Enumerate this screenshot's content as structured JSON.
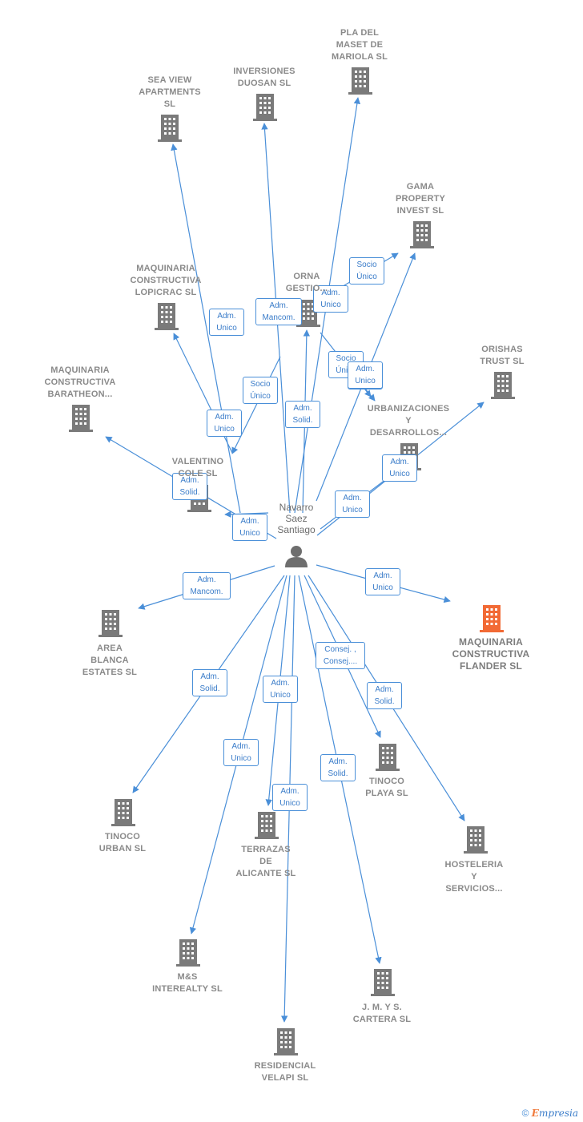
{
  "colors": {
    "edge": "#4a8fd8",
    "building": "#7a7a7a",
    "highlight": "#f26a35",
    "person": "#6e6e6e"
  },
  "person": {
    "name": "Navarro\nSaez\nSantiago",
    "icon": "person-icon"
  },
  "companies": [
    {
      "id": "sea-view",
      "name": "SEA VIEW\nAPARTMENTS\nSL"
    },
    {
      "id": "inversiones-duosan",
      "name": "INVERSIONES\nDUOSAN  SL"
    },
    {
      "id": "pla-del-maset",
      "name": "PLA DEL\nMASET DE\nMARIOLA SL"
    },
    {
      "id": "gama-property",
      "name": "GAMA\nPROPERTY\nINVEST  SL"
    },
    {
      "id": "maquinaria-lopicrac",
      "name": "MAQUINARIA\nCONSTRUCTIVA\nLOPICRAC  SL"
    },
    {
      "id": "orna-gestion",
      "name": "ORNA\nGESTIO..."
    },
    {
      "id": "orishas-trust",
      "name": "ORISHAS\nTRUST  SL"
    },
    {
      "id": "maquinaria-baratheon",
      "name": "MAQUINARIA\nCONSTRUCTIVA\nBARATHEON..."
    },
    {
      "id": "urbanizaciones",
      "name": "URBANIZACIONES\nY\nDESARROLLOS..."
    },
    {
      "id": "valentino",
      "name": "VALENTINO\nCOLE  SL"
    },
    {
      "id": "area-blanca",
      "name": "AREA\nBLANCA\nESTATES  SL"
    },
    {
      "id": "maquinaria-flander",
      "name": "MAQUINARIA\nCONSTRUCTIVA\nFLANDER  SL",
      "highlight": true
    },
    {
      "id": "tinoco-playa",
      "name": "TINOCO\nPLAYA  SL"
    },
    {
      "id": "tinoco-urban",
      "name": "TINOCO\nURBAN  SL"
    },
    {
      "id": "terrazas",
      "name": "TERRAZAS\nDE\nALICANTE  SL"
    },
    {
      "id": "hosteleria",
      "name": "HOSTELERIA\nY\nSERVICIOS..."
    },
    {
      "id": "ms-interealty",
      "name": "M&S\nINTEREALTY SL"
    },
    {
      "id": "jm-y-s",
      "name": "J. M. Y S.\nCARTERA SL"
    },
    {
      "id": "residencial-velapi",
      "name": "RESIDENCIAL\nVELAPI  SL"
    }
  ],
  "relations": [
    {
      "target": "sea-view",
      "label": "Adm.\nUnico"
    },
    {
      "target": "inversiones-duosan",
      "label": "Adm.\nMancom."
    },
    {
      "target": "pla-del-maset",
      "label": "Adm.\nUnico"
    },
    {
      "target": "gama-property",
      "label": "Adm.\nUnico"
    },
    {
      "target": "gama-property",
      "label": "Socio\nÚnico"
    },
    {
      "target": "maquinaria-lopicrac",
      "label": "Adm.\nUnico"
    },
    {
      "target": "orna-gestion",
      "label": "Adm.\nSolid."
    },
    {
      "target": "urbanizaciones",
      "label": "Socio\nÚnico"
    },
    {
      "target": "urbanizaciones",
      "label": "Adm.\nUnico"
    },
    {
      "target": "orishas-trust",
      "label": "Adm.\nUnico"
    },
    {
      "target": "valentino",
      "label": "Socio\nÚnico"
    },
    {
      "target": "maquinaria-baratheon",
      "label": "Adm.\nSolid."
    },
    {
      "target": "valentino",
      "label": "Adm.\nUnico"
    },
    {
      "target": "urbanizaciones",
      "label": "Adm.\nUnico"
    },
    {
      "target": "area-blanca",
      "label": "Adm.\nMancom."
    },
    {
      "target": "maquinaria-flander",
      "label": "Adm.\nUnico"
    },
    {
      "target": "tinoco-playa",
      "label": "Consej. ,\nConsej...."
    },
    {
      "target": "hosteleria",
      "label": "Adm.\nSolid."
    },
    {
      "target": "tinoco-urban",
      "label": "Adm.\nSolid."
    },
    {
      "target": "terrazas",
      "label": "Adm.\nUnico"
    },
    {
      "target": "ms-interealty",
      "label": "Adm.\nUnico"
    },
    {
      "target": "residencial-velapi",
      "label": "Adm.\nUnico"
    },
    {
      "target": "jm-y-s",
      "label": "Adm.\nSolid."
    }
  ],
  "footer": {
    "copyright": "©",
    "brand_initial": "E",
    "brand_rest": "mpresia"
  }
}
